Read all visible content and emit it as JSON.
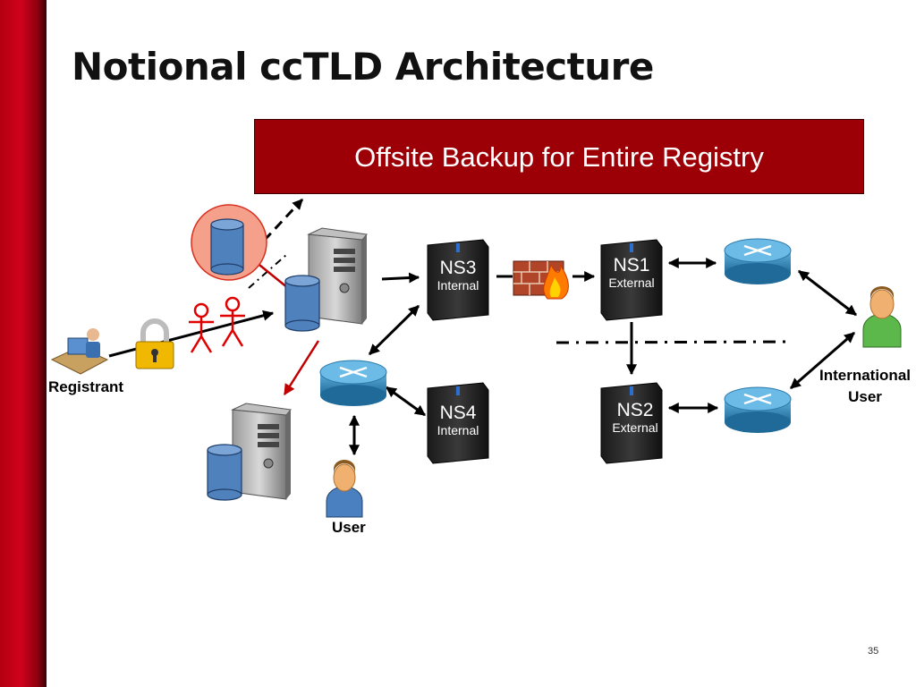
{
  "slide": {
    "title": "Notional ccTLD Architecture",
    "banner": "Offsite Backup for Entire Registry",
    "page_number": "35"
  },
  "nodes": {
    "ns1": {
      "name": "NS1",
      "role": "External"
    },
    "ns2": {
      "name": "NS2",
      "role": "External"
    },
    "ns3": {
      "name": "NS3",
      "role": "Internal"
    },
    "ns4": {
      "name": "NS4",
      "role": "Internal"
    }
  },
  "labels": {
    "registrant": "Registrant",
    "user": "User",
    "international_user_line1": "International",
    "international_user_line2": "User"
  },
  "colors": {
    "accent": "#9c0006",
    "sidebar": "#d0021b",
    "database": "#4f81bd",
    "router": "#3a8fc0",
    "attacker": "#e00000",
    "intl_user": "#5cb84a",
    "user": "#4a7fc0"
  },
  "icons": [
    "padlock-icon",
    "attacker-icon",
    "firewall-icon",
    "router-icon",
    "server-icon",
    "database-icon",
    "person-icon"
  ]
}
